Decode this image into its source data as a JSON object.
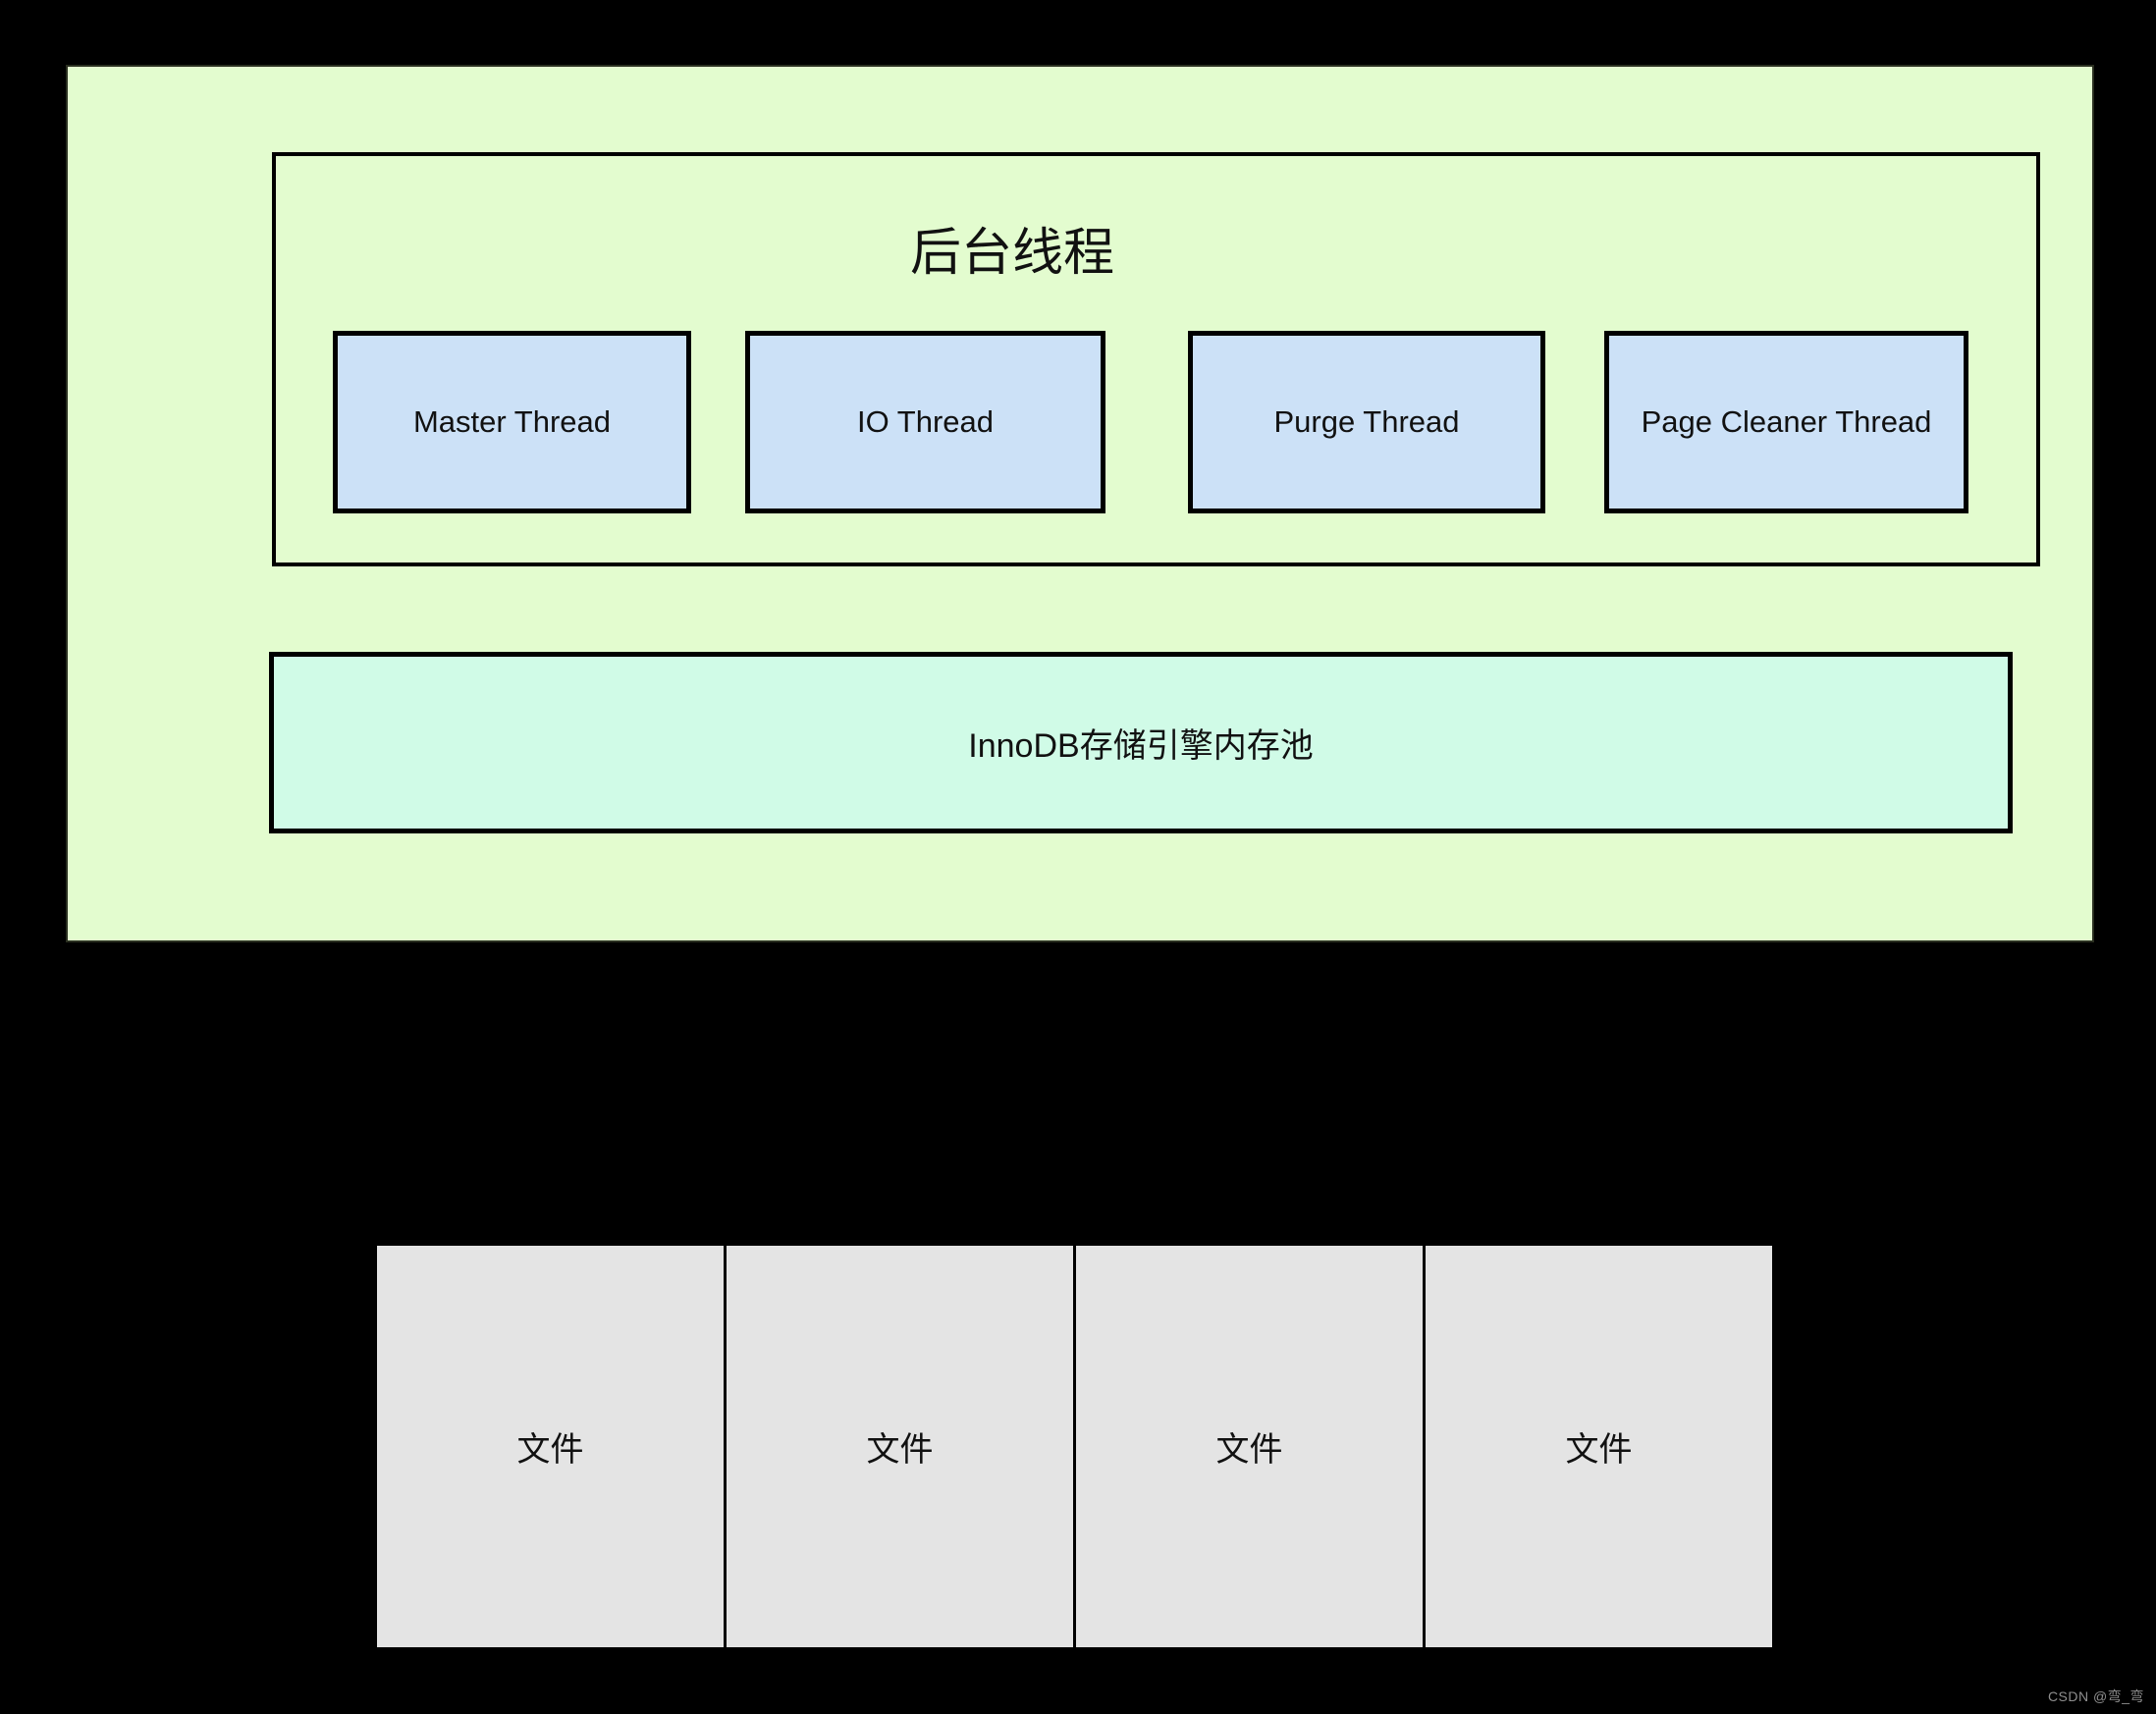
{
  "diagram": {
    "background_threads_panel": {
      "title": "后台线程",
      "threads": [
        {
          "label": "Master Thread"
        },
        {
          "label": "IO Thread"
        },
        {
          "label": "Purge Thread"
        },
        {
          "label": "Page Cleaner Thread"
        }
      ]
    },
    "memory_pool": {
      "label": "InnoDB存储引擎内存池"
    },
    "files": [
      {
        "label": "文件"
      },
      {
        "label": "文件"
      },
      {
        "label": "文件"
      },
      {
        "label": "文件"
      }
    ],
    "watermark": "CSDN @弯_弯",
    "colors": {
      "page_bg": "#000000",
      "outer_panel_bg": "#e3fccf",
      "thread_box_bg": "#cce1f7",
      "memory_pool_bg": "#d0fbe7",
      "file_box_bg": "#e4e4e4",
      "border": "#000000",
      "watermark_color": "#8f8f8f"
    }
  }
}
